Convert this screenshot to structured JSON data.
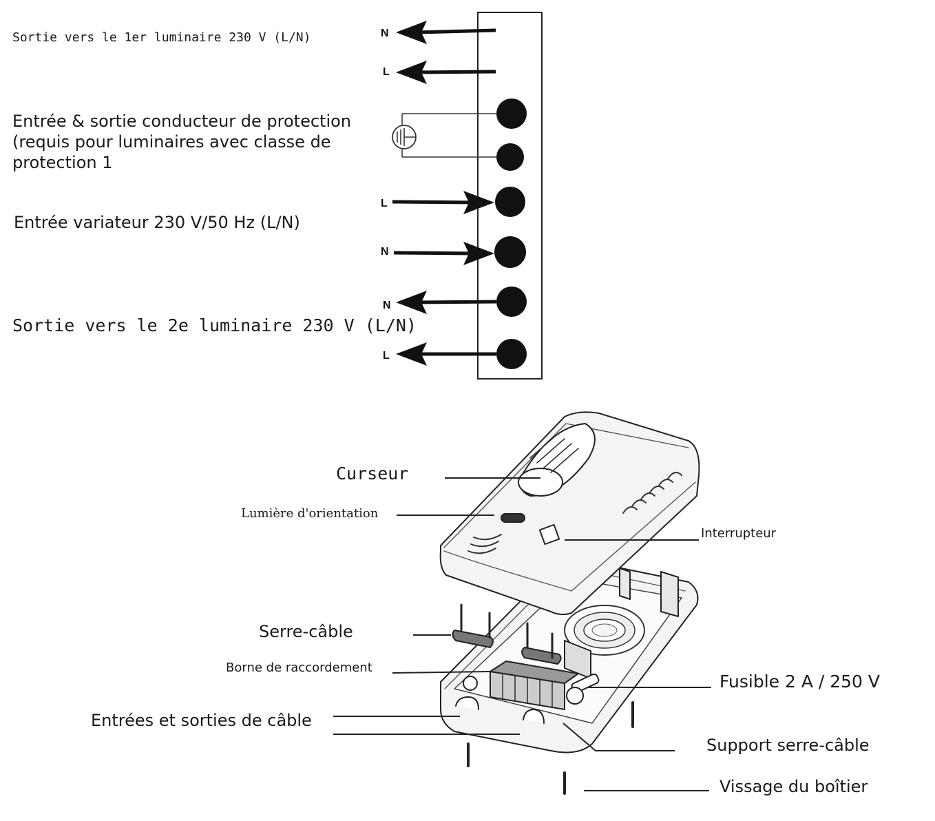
{
  "wiring": {
    "out1_label": "Sortie vers le 1er luminaire 230 V (L/N)",
    "protection_line1": "Entrée & sortie conducteur de protection",
    "protection_line2": "(requis pour luminaires avec classe de",
    "protection_line3": "protection 1",
    "input_label": "Entrée variateur 230 V/50 Hz (L/N)",
    "out2_label": "Sortie vers le 2e luminaire 230 V (L/N)",
    "terminals": {
      "out1_n": "N",
      "out1_l": "L",
      "in_l": "L",
      "in_n": "N",
      "out2_n": "N",
      "out2_l": "L"
    }
  },
  "device": {
    "curseur": "Curseur",
    "lumiere": "Lumière d'orientation",
    "interrupteur": "Interrupteur",
    "serre_cable": "Serre-câble",
    "borne": "Borne de raccordement",
    "fusible": "Fusible 2 A / 250 V",
    "entrees_sorties": "Entrées et sorties de câble",
    "support": "Support serre-câble",
    "vissage": "Vissage du boîtier"
  }
}
